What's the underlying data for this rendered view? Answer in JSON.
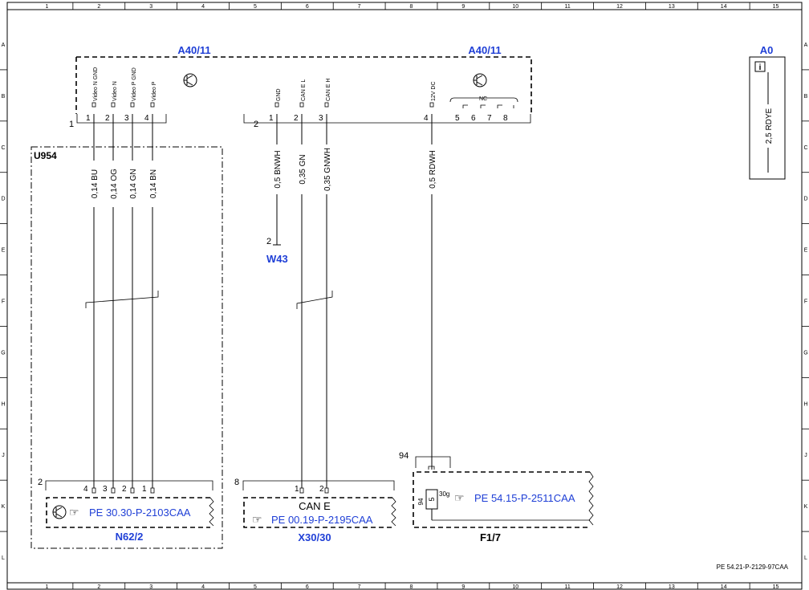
{
  "frame": {
    "cols": [
      "1",
      "2",
      "3",
      "4",
      "5",
      "6",
      "7",
      "8",
      "9",
      "10",
      "11",
      "12",
      "13",
      "14",
      "15"
    ],
    "rows": [
      "A",
      "B",
      "C",
      "D",
      "E",
      "F",
      "G",
      "H",
      "J",
      "K",
      "L"
    ]
  },
  "a4011": {
    "title_left": "A40/11",
    "title_right": "A40/11",
    "connector1_num": "1",
    "connector2_num": "2",
    "pins_c1": [
      {
        "num": "1",
        "label": "Video N GND",
        "wire": "0,14 BU"
      },
      {
        "num": "2",
        "label": "Video N",
        "wire": "0,14 OG"
      },
      {
        "num": "3",
        "label": "Video P GND",
        "wire": "0,14 GN"
      },
      {
        "num": "4",
        "label": "Video P",
        "wire": "0,14 BN"
      }
    ],
    "pins_c2": [
      {
        "num": "1",
        "label": "GND",
        "wire": "0,5 BNWH"
      },
      {
        "num": "2",
        "label": "CAN E L",
        "wire": "0,35 GN"
      },
      {
        "num": "3",
        "label": "CAN E H",
        "wire": "0,35 GNWH"
      },
      {
        "num": "4",
        "label": "12V DC",
        "wire": "0,5 RDWH"
      },
      {
        "num": "5",
        "label": ""
      },
      {
        "num": "6",
        "label": ""
      },
      {
        "num": "7",
        "label": ""
      },
      {
        "num": "8",
        "label": ""
      }
    ],
    "nc_label": "NC"
  },
  "a0": {
    "title": "A0",
    "info": "i",
    "wire": "2,5 RDYE"
  },
  "u954": {
    "label": "U954"
  },
  "w43": {
    "pin": "2",
    "label": "W43"
  },
  "n622": {
    "conn": "2",
    "pins": [
      "4",
      "3",
      "2",
      "1"
    ],
    "ref": "PE 30.30-P-2103CAA",
    "label": "N62/2"
  },
  "x3030": {
    "conn": "8",
    "pins": [
      "1",
      "2"
    ],
    "name": "CAN E",
    "ref": "PE 00.19-P-2195CAA",
    "label": "X30/30"
  },
  "f17": {
    "conn": "94",
    "fuse_num": "94",
    "fuse_val": "5",
    "term": "30g",
    "ref": "PE 54.15-P-2511CAA",
    "label": "F1/7"
  },
  "doc_ref": "PE 54.21-P-2129-97CAA",
  "colors": {
    "blue": "#1f3fd6",
    "black": "#000000"
  }
}
